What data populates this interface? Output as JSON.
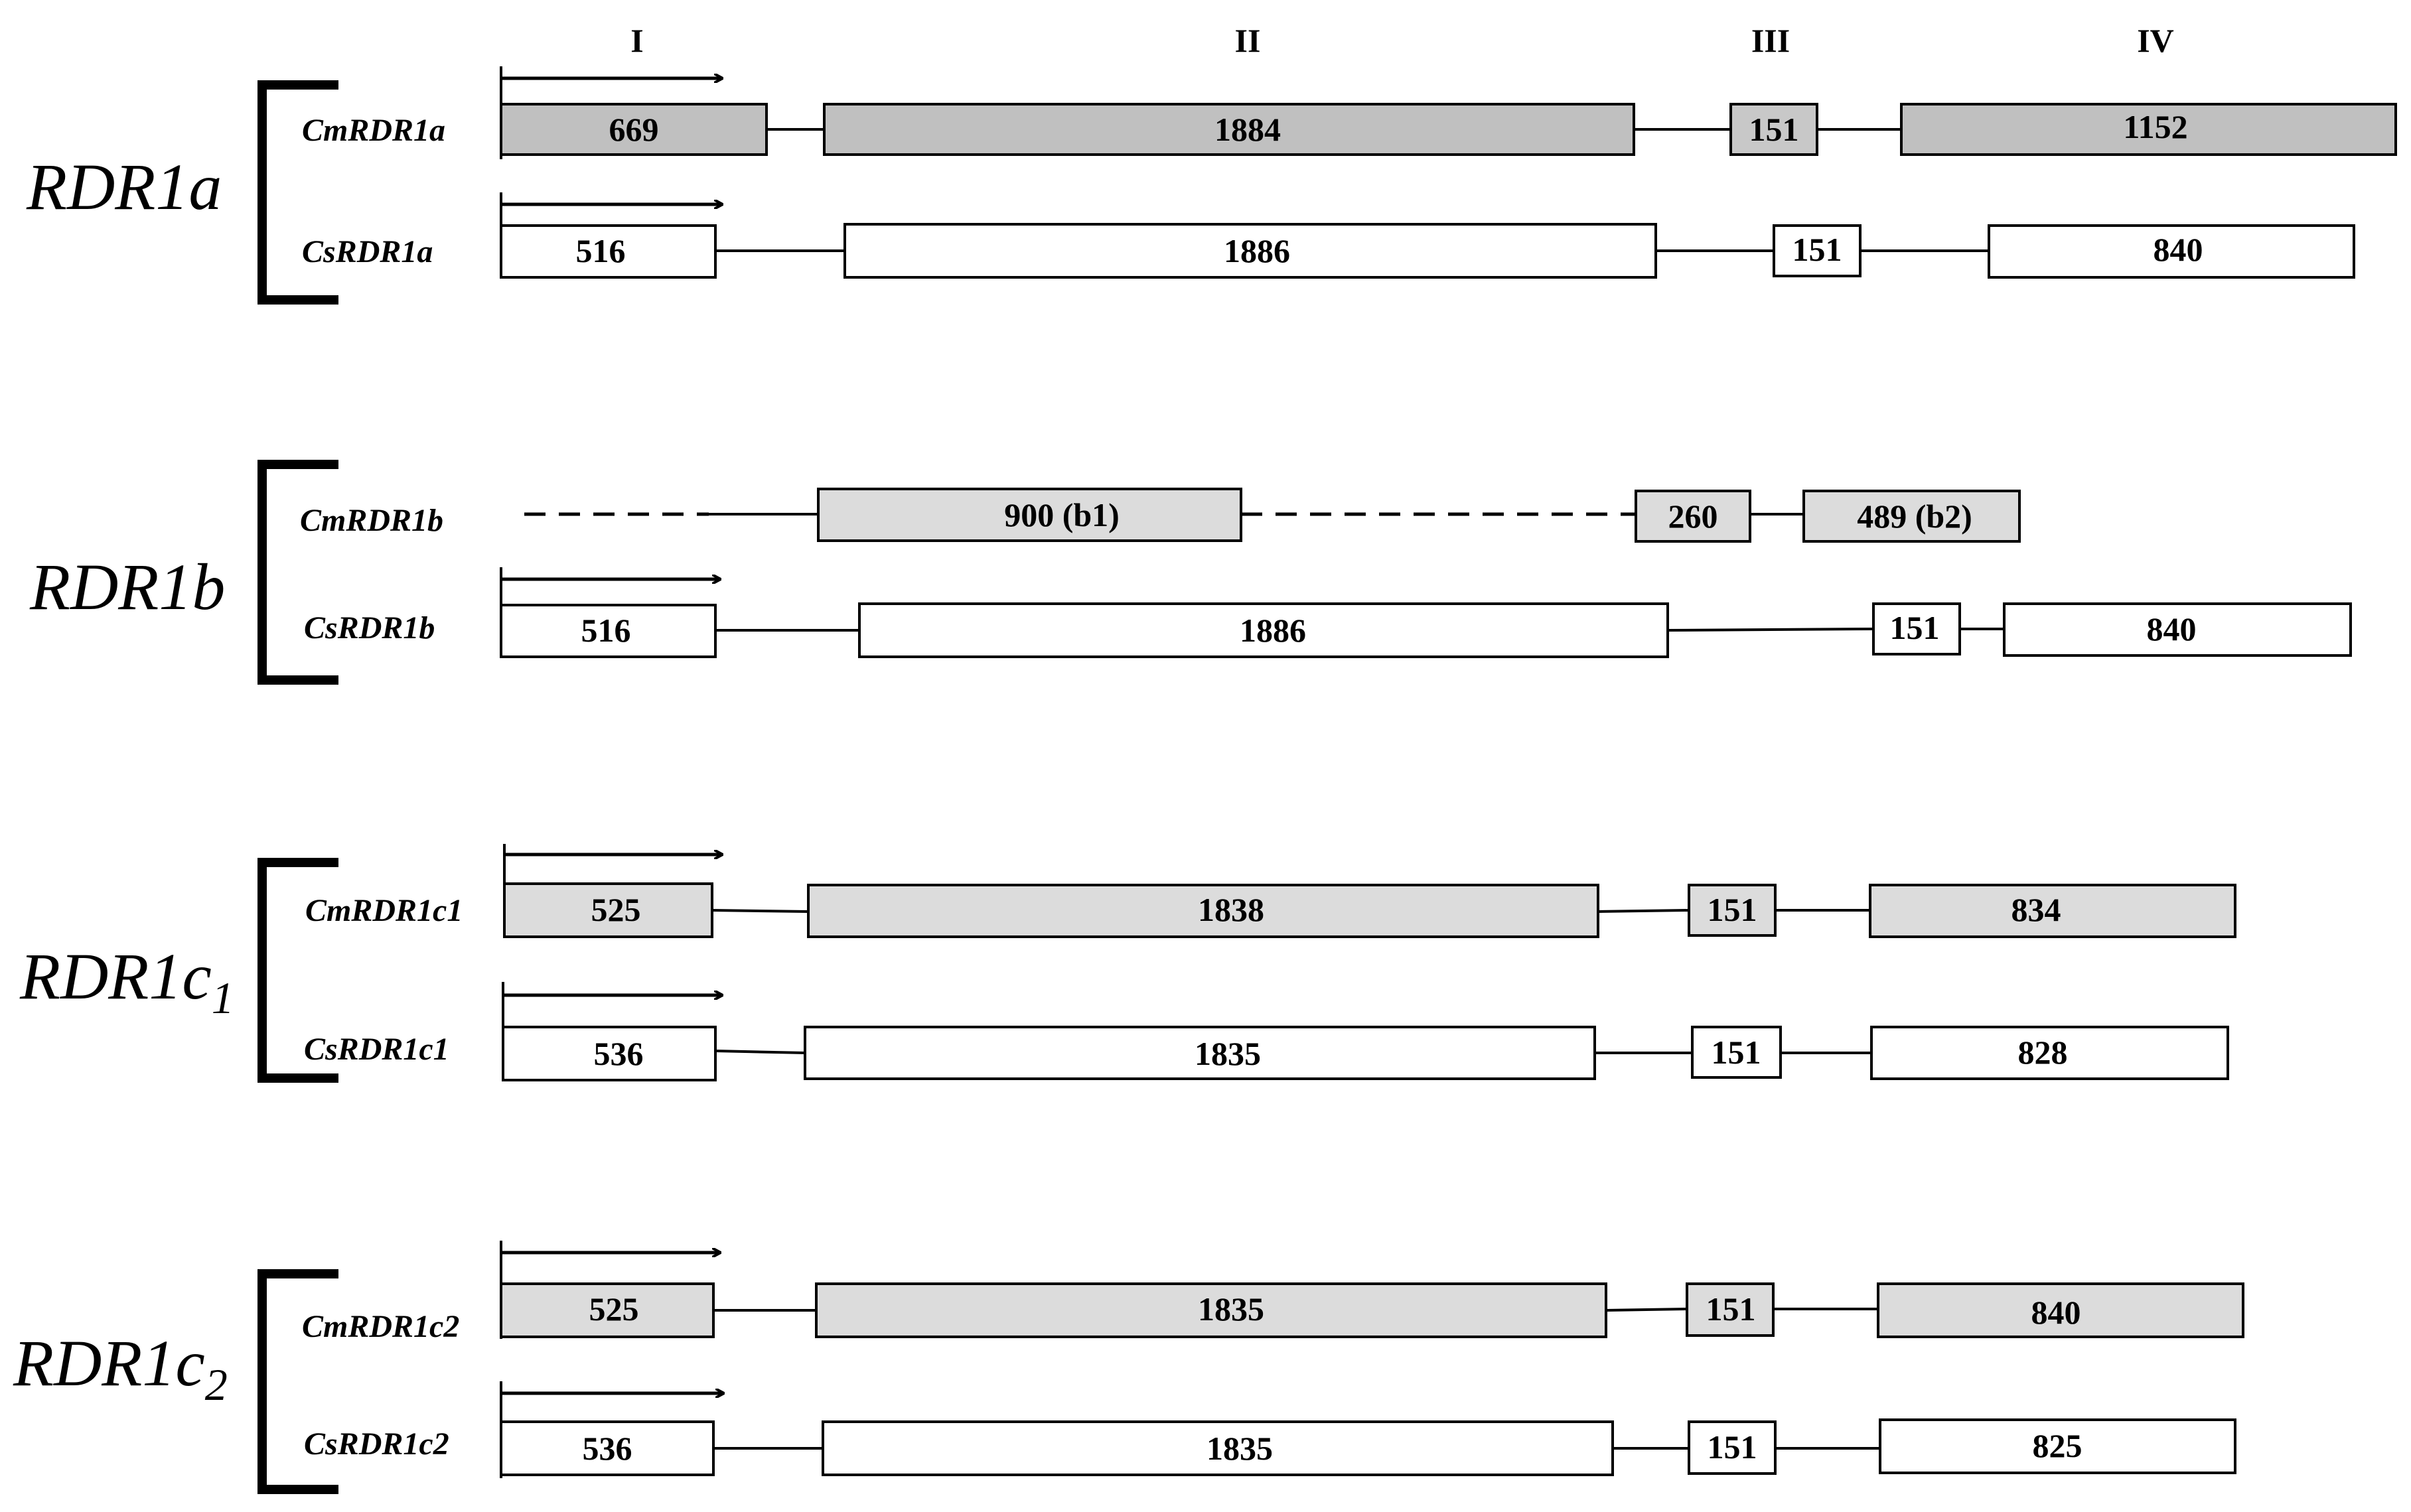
{
  "roman_labels": [
    "I",
    "II",
    "III",
    "IV"
  ],
  "colors": {
    "cm_fill": "#c8c8c8",
    "cs_fill": "#ffffff",
    "stroke": "#000000"
  },
  "groups": [
    {
      "family": "RDR1a",
      "subscript": "",
      "genes": [
        {
          "name": "CmRDR1a",
          "species": "Cm",
          "exons": [
            "669",
            "1884",
            "151",
            "1152"
          ]
        },
        {
          "name": "CsRDR1a",
          "species": "Cs",
          "exons": [
            "516",
            "1886",
            "151",
            "840"
          ]
        }
      ]
    },
    {
      "family": "RDR1b",
      "subscript": "",
      "genes": [
        {
          "name": "CmRDR1b",
          "species": "Cm",
          "exons": [
            "900 (b1)",
            "260",
            "489 (b2)"
          ]
        },
        {
          "name": "CsRDR1b",
          "species": "Cs",
          "exons": [
            "516",
            "1886",
            "151",
            "840"
          ]
        }
      ]
    },
    {
      "family": "RDR1c",
      "subscript": "1",
      "genes": [
        {
          "name": "CmRDR1c1",
          "species": "Cm",
          "exons": [
            "525",
            "1838",
            "151",
            "834"
          ]
        },
        {
          "name": "CsRDR1c1",
          "species": "Cs",
          "exons": [
            "536",
            "1835",
            "151",
            "828"
          ]
        }
      ]
    },
    {
      "family": "RDR1c",
      "subscript": "2",
      "genes": [
        {
          "name": "CmRDR1c2",
          "species": "Cm",
          "exons": [
            "525",
            "1835",
            "151",
            "840"
          ]
        },
        {
          "name": "CsRDR1c2",
          "species": "Cs",
          "exons": [
            "536",
            "1835",
            "151",
            "825"
          ]
        }
      ]
    }
  ]
}
